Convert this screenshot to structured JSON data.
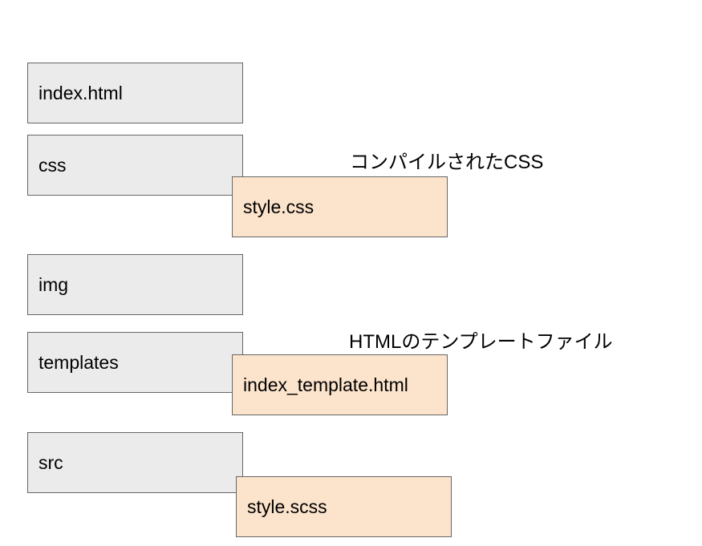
{
  "diagram": {
    "colors": {
      "folder_fill": "#ebebeb",
      "file_fill": "#fce3cb",
      "border": "#666666"
    },
    "folders": [
      {
        "label": "index.html"
      },
      {
        "label": "css"
      },
      {
        "label": "img"
      },
      {
        "label": "templates"
      },
      {
        "label": "src"
      }
    ],
    "files": [
      {
        "label": "style.css"
      },
      {
        "label": "index_template.html"
      },
      {
        "label": "style.scss"
      }
    ],
    "notes": [
      {
        "text": "コンパイルされたCSS"
      },
      {
        "text": "HTMLのテンプレートファイル"
      }
    ]
  }
}
